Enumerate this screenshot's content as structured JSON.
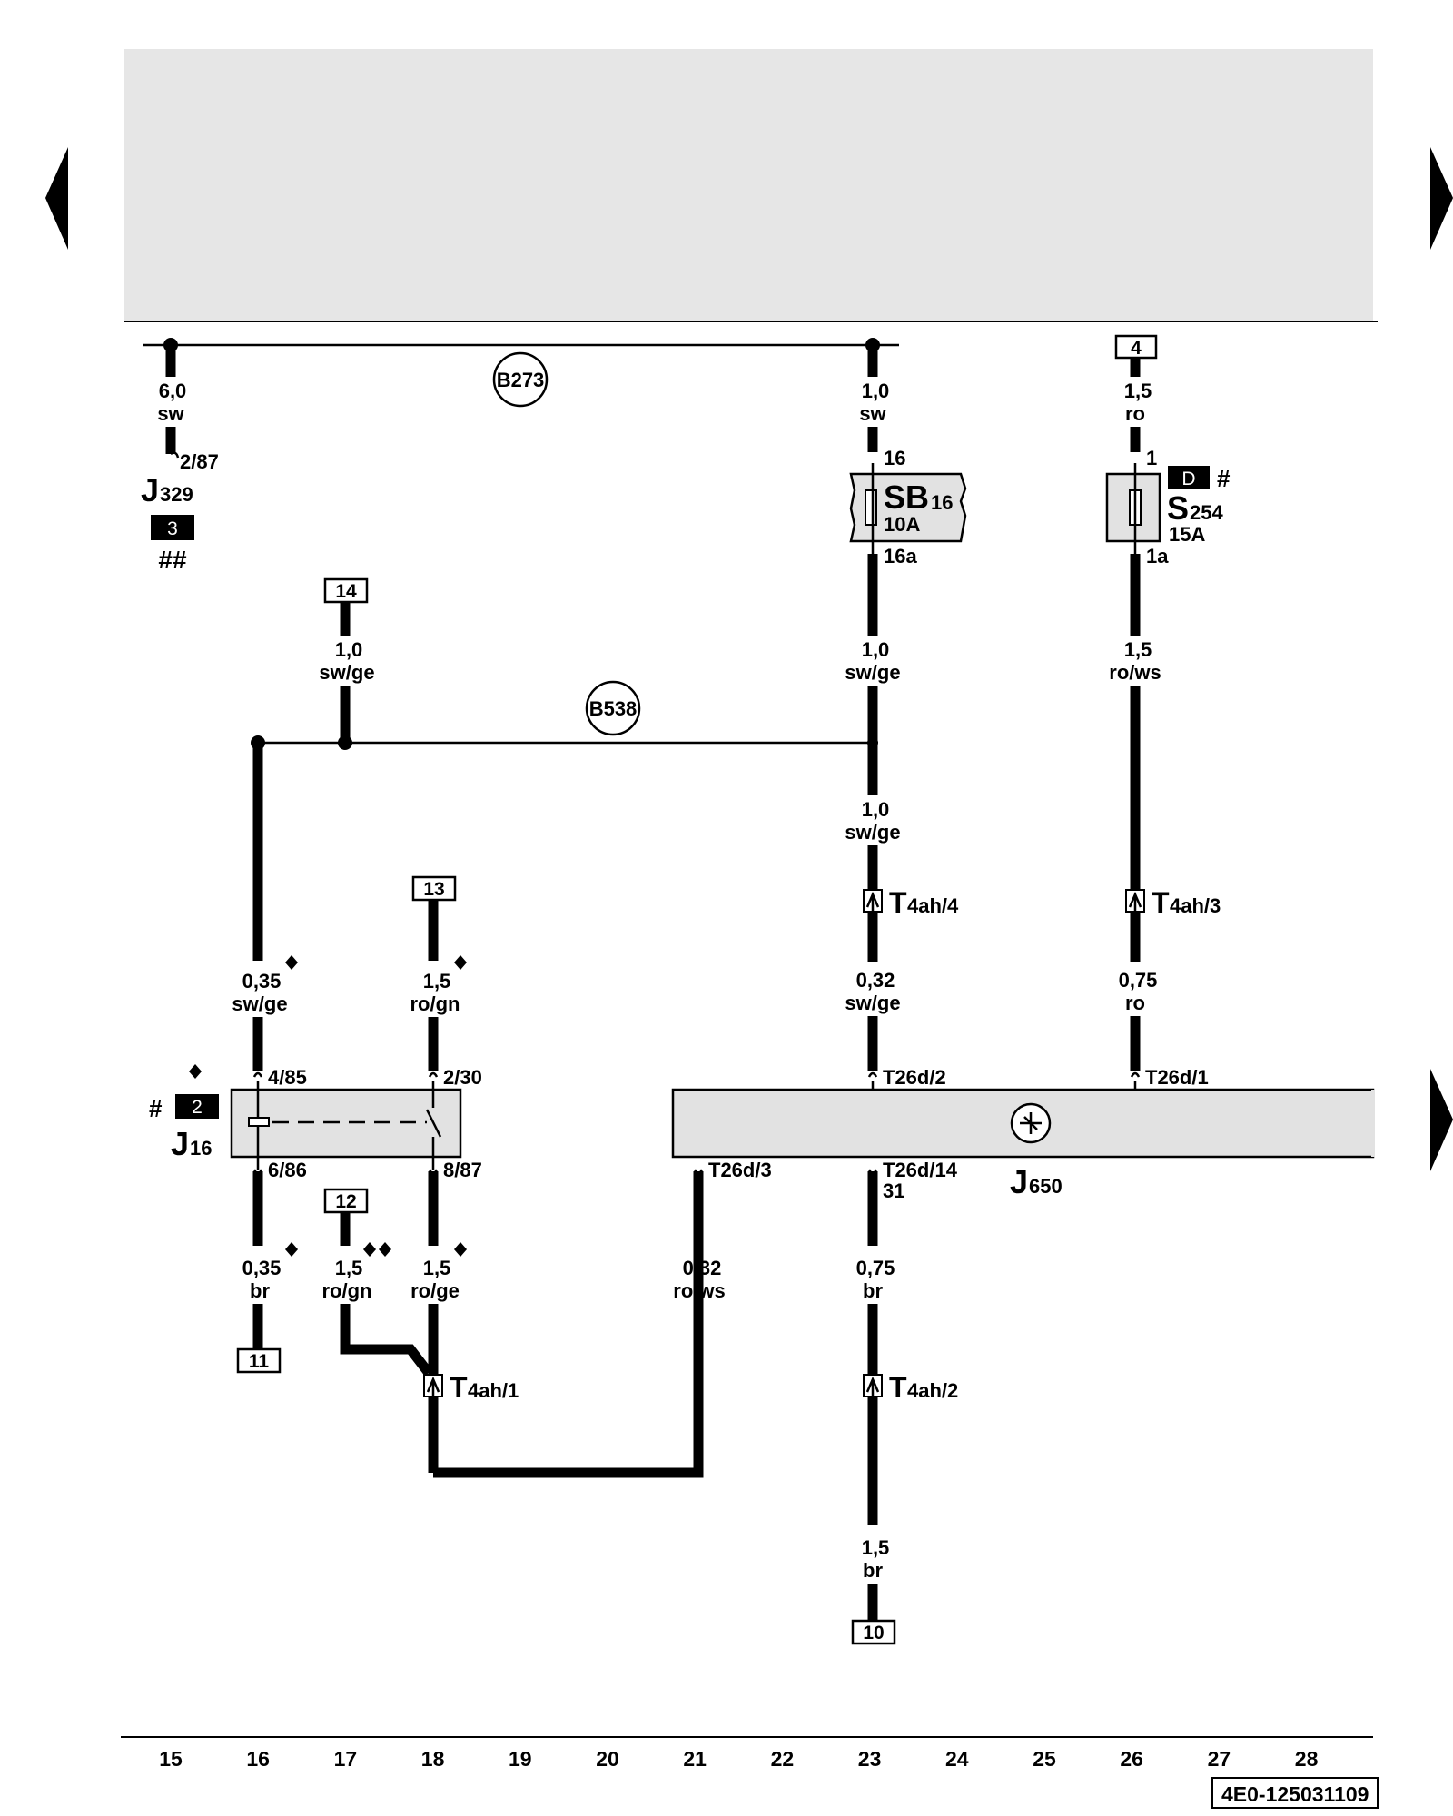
{
  "diagram": {
    "buses": {
      "b273": "B273",
      "b538": "B538"
    },
    "connector_boxes": [
      "4",
      "14",
      "13",
      "12",
      "11",
      "10"
    ],
    "black_badges": [
      "3",
      "D",
      "2"
    ],
    "components": {
      "j329": {
        "letter": "J",
        "sub": "329",
        "pin": "2/87",
        "wire": "6,0",
        "color": "sw",
        "marks": "##"
      },
      "sb16": {
        "letter": "SB",
        "sub": "16",
        "rating": "10A",
        "pin_in": "16",
        "pin_out": "16a"
      },
      "s254": {
        "letter": "S",
        "sub": "254",
        "rating": "15A",
        "pin_in": "1",
        "pin_out": "1a",
        "mark": "#"
      },
      "j16": {
        "letter": "J",
        "sub": "16",
        "mark": "#",
        "pins": [
          "4/85",
          "2/30",
          "6/86",
          "8/87"
        ]
      },
      "j650": {
        "letter": "J",
        "sub": "650",
        "pins": [
          "T26d/2",
          "T26d/1",
          "T26d/3",
          "T26d/14",
          "31"
        ]
      },
      "t4ah": {
        "letter": "T",
        "sub1": "4ah/4",
        "sub2": "4ah/3",
        "sub3": "4ah/1",
        "sub4": "4ah/2"
      }
    },
    "wires": [
      {
        "size": "1,0",
        "color": "sw"
      },
      {
        "size": "1,5",
        "color": "ro"
      },
      {
        "size": "1,0",
        "color": "sw/ge"
      },
      {
        "size": "1,0",
        "color": "sw/ge"
      },
      {
        "size": "1,5",
        "color": "ro/ws"
      },
      {
        "size": "1,0",
        "color": "sw/ge"
      },
      {
        "size": "0,35",
        "color": "sw/ge"
      },
      {
        "size": "1,5",
        "color": "ro/gn"
      },
      {
        "size": "0,32",
        "color": "sw/ge"
      },
      {
        "size": "0,75",
        "color": "ro"
      },
      {
        "size": "0,35",
        "color": "br"
      },
      {
        "size": "1,5",
        "color": "ro/gn"
      },
      {
        "size": "1,5",
        "color": "ro/ge"
      },
      {
        "size": "0,32",
        "color": "ro/ws"
      },
      {
        "size": "0,75",
        "color": "br"
      },
      {
        "size": "1,5",
        "color": "br"
      }
    ],
    "grid_numbers": [
      "15",
      "16",
      "17",
      "18",
      "19",
      "20",
      "21",
      "22",
      "23",
      "24",
      "25",
      "26",
      "27",
      "28"
    ],
    "doc_id": "4E0-125031109"
  }
}
